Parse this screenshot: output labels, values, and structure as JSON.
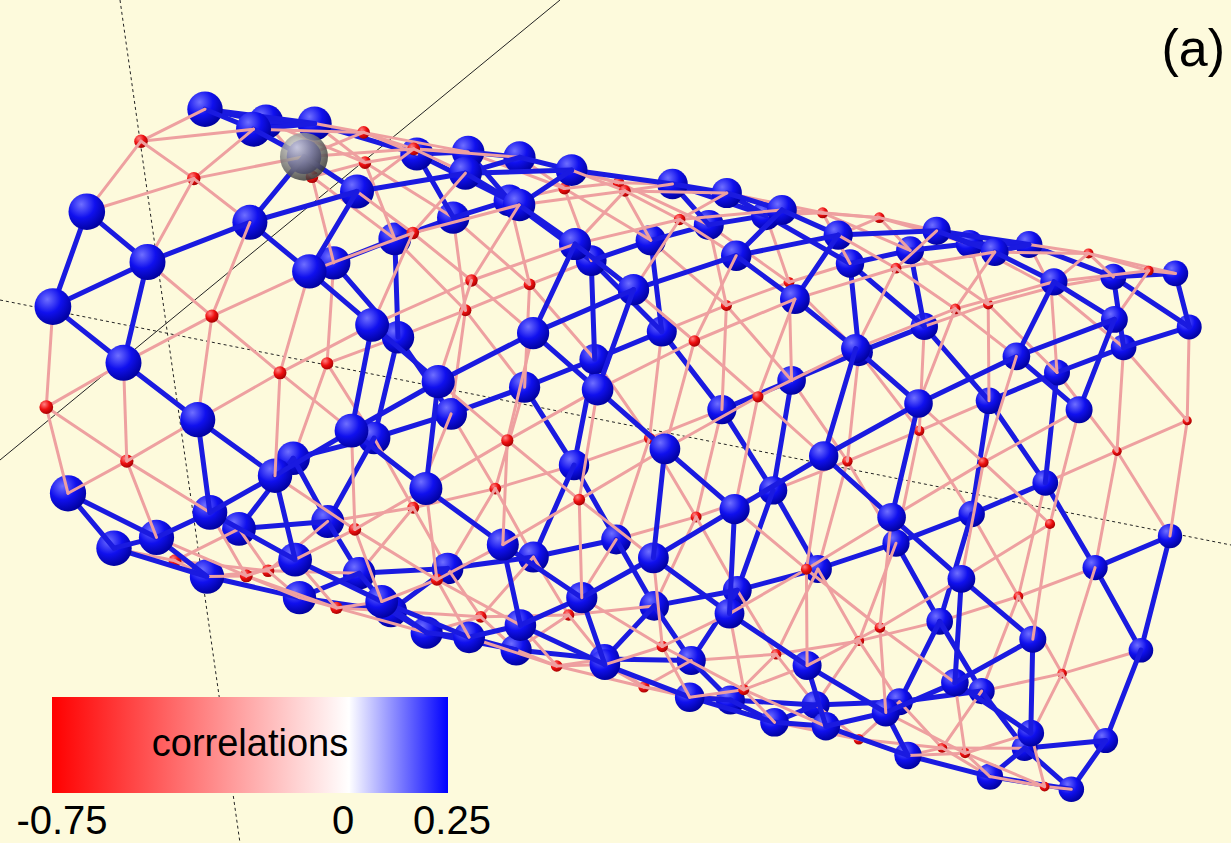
{
  "diagram": {
    "labels": [
      "(a)",
      "correlations",
      "-0.75",
      "0",
      "0.25"
    ]
  }
}
